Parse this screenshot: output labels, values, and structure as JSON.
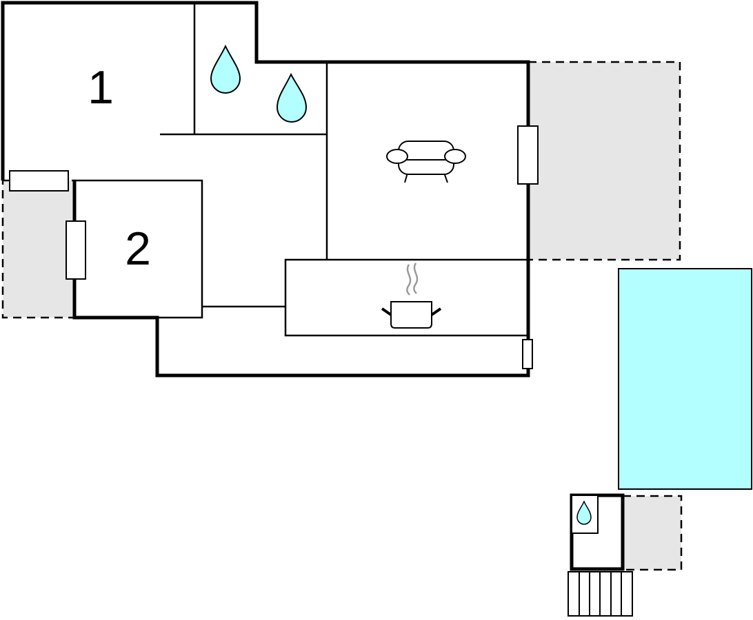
{
  "floorplan": {
    "rooms": [
      {
        "label": "1"
      },
      {
        "label": "2"
      }
    ],
    "icons": [
      "water-drop-icon",
      "water-drop-icon",
      "sofa-icon",
      "cooking-pot-icon",
      "water-drop-icon"
    ],
    "features": [
      "terrace",
      "swimming-pool",
      "shower",
      "steps"
    ],
    "colors": {
      "wall": "#000000",
      "terrace": "#e6e6e6",
      "pool": "#b3ffff",
      "water": "#b3ffff",
      "steam": "#999999"
    }
  }
}
